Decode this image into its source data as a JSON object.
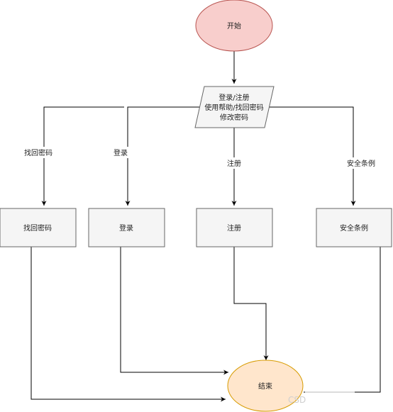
{
  "nodes": {
    "start": {
      "label": "开始"
    },
    "menu": {
      "lines": [
        "登录/注册",
        "使用帮助/找回密码",
        "修改密码"
      ]
    },
    "forgot": {
      "label": "找回密码"
    },
    "login": {
      "label": "登录"
    },
    "register": {
      "label": "注册"
    },
    "terms": {
      "label": "安全条例"
    },
    "end": {
      "label": "结束"
    }
  },
  "edges": {
    "to_forgot": {
      "label": "找回密码"
    },
    "to_login": {
      "label": "登录"
    },
    "to_register": {
      "label": "注册"
    },
    "to_terms": {
      "label": "安全条例"
    }
  },
  "watermark": {
    "text": "CSD"
  },
  "colors": {
    "start_fill": "#f8cecc",
    "start_stroke": "#b85450",
    "end_fill": "#ffe6cc",
    "end_stroke": "#d79b00",
    "box_fill": "#f5f5f5",
    "box_stroke": "#666666"
  }
}
